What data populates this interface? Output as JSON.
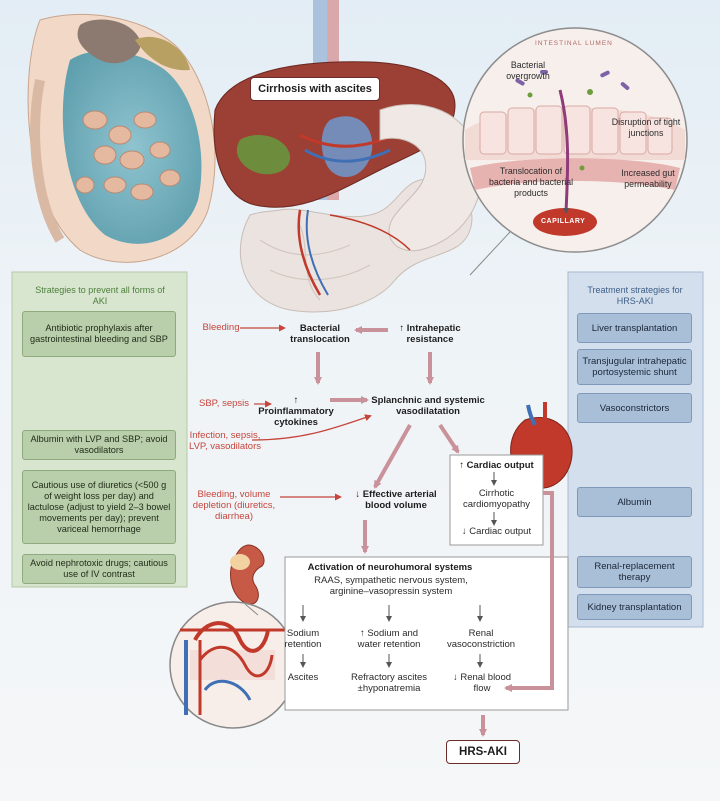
{
  "title": "Cirrhosis with ascites",
  "lumen": {
    "heading": "INTESTINAL LUMEN",
    "bacterial_overgrowth": "Bacterial overgrowth",
    "disruption": "Disruption of tight junctions",
    "translocation": "Translocation of bacteria and bacterial products",
    "permeability": "Increased gut permeability",
    "capillary": "CAPILLARY"
  },
  "left_panel": {
    "title": "Strategies to prevent all forms of AKI",
    "items": [
      "Antibiotic prophylaxis after gastrointestinal bleeding and SBP",
      "Albumin with LVP and SBP; avoid vasodilators",
      "Cautious use of diuretics (<500 g of weight loss per day) and lactulose (adjust to yield 2–3 bowel movements per day); prevent variceal hemorrhage",
      "Avoid nephrotoxic drugs; cautious use of IV contrast"
    ]
  },
  "right_panel": {
    "title": "Treatment strategies for HRS-AKI",
    "items": [
      "Liver transplantation",
      "Transjugular intrahepatic portosystemic shunt",
      "Vasoconstrictors",
      "Albumin",
      "Renal-replacement therapy",
      "Kidney transplantation"
    ]
  },
  "flow": {
    "bleeding": "Bleeding",
    "bacterial_translocation": "Bacterial translocation",
    "intrahepatic_resistance": "↑ Intrahepatic resistance",
    "sbp_sepsis": "SBP, sepsis",
    "proinflammatory": "↑ Proinflammatory cytokines",
    "vasodilatation": "Splanchnic and systemic vasodilatation",
    "infection": "Infection, sepsis, LVP, vasodilators",
    "cardiac_output_up": "↑ Cardiac output",
    "cardiomyopathy": "Cirrhotic cardiomyopathy",
    "cardiac_output_down": "↓ Cardiac output",
    "bleeding_volume": "Bleeding, volume depletion (diuretics, diarrhea)",
    "effective_volume": "↓ Effective arterial blood volume",
    "neurohumoral_title": "Activation of neurohumoral systems",
    "neurohumoral_sub": "RAAS, sympathetic nervous system, arginine–vasopressin system",
    "sodium_retention": "Sodium retention",
    "sodium_water": "↑ Sodium and water retention",
    "renal_vaso": "Renal vasoconstriction",
    "ascites": "Ascites",
    "refractory": "Refractory ascites ±hyponatremia",
    "renal_flow": "↓ Renal blood flow",
    "hrs_aki": "HRS-AKI"
  },
  "colors": {
    "arrow": "#c9929b",
    "green_box": "#b9cfab",
    "blue_box": "#a9bfd8",
    "red_text": "#c6453c",
    "liver": "#9c3f34"
  }
}
